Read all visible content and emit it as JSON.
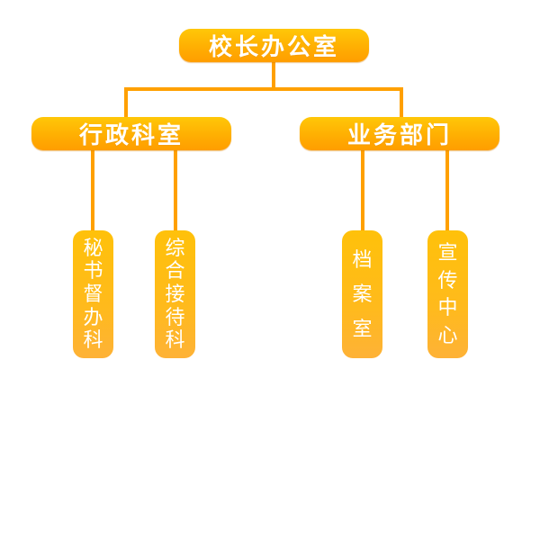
{
  "org_chart": {
    "root": {
      "label": "校长办公室"
    },
    "branches": [
      {
        "label": "行政科室",
        "children": [
          {
            "label": "秘书督办科"
          },
          {
            "label": "综合接待科"
          }
        ]
      },
      {
        "label": "业务部门",
        "children": [
          {
            "label": "档案室"
          },
          {
            "label": "宣传中心"
          }
        ]
      }
    ],
    "palette": {
      "node_gradient_top": "#ffc708",
      "node_gradient_bottom": "#ff9d00",
      "leaf_gradient_top": "#ffc10a",
      "leaf_gradient_bottom": "#feb237",
      "connector": "#ffa000",
      "text": "#ffffff",
      "background": "#ffffff"
    }
  }
}
